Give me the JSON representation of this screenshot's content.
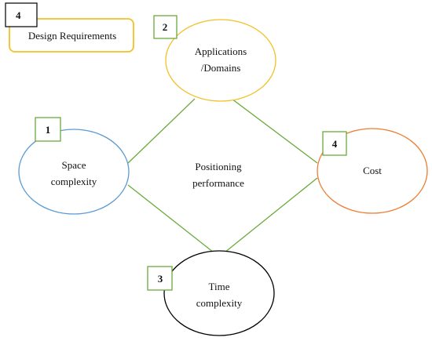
{
  "legend": {
    "number": "4",
    "label": "Design Requirements",
    "color": "#f2c027"
  },
  "center": {
    "line1": "Positioning",
    "line2": "performance"
  },
  "connector_color": "#6aab3c",
  "nodes": {
    "applications": {
      "line1": "Applications",
      "line2": "/Domains",
      "number": "2",
      "color": "#f2c027",
      "badge_color": "#6aab3c"
    },
    "space": {
      "line1": "Space",
      "line2": "complexity",
      "number": "1",
      "color": "#5b9bd5",
      "badge_color": "#6aab3c"
    },
    "cost": {
      "line1": "Cost",
      "number": "4",
      "color": "#ed7d31",
      "badge_color": "#6aab3c"
    },
    "time": {
      "line1": "Time",
      "line2": "complexity",
      "number": "3",
      "color": "#000000",
      "badge_color": "#6aab3c"
    }
  }
}
